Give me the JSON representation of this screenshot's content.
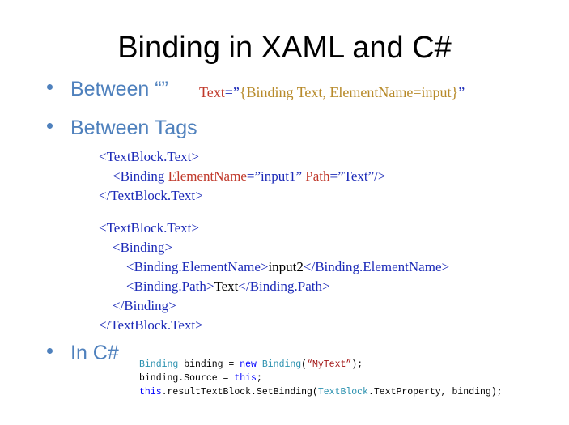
{
  "title": "Binding in XAML and C#",
  "bullets": [
    {
      "label": "Between “”"
    },
    {
      "label": "Between Tags"
    },
    {
      "label": "In C#"
    }
  ],
  "inline_code": {
    "attr": "Text",
    "eq": "=”",
    "value": "{Binding Text, ElementName=input}",
    "close": "”"
  },
  "tags_block1": {
    "line1": "<TextBlock.Text>",
    "line2_open": "<Binding ",
    "line2_attr1": "ElementName",
    "line2_eq1": "=”",
    "line2_val1": "input1",
    "line2_q1": "” ",
    "line2_attr2": "Path",
    "line2_eq2": "=”",
    "line2_val2": "Text",
    "line2_close": "”/>",
    "line3": "</TextBlock.Text>"
  },
  "tags_block2": {
    "line1": "<TextBlock.Text>",
    "line2": "<Binding>",
    "line3_open": "<Binding.ElementName>",
    "line3_val": "input2",
    "line3_close": "</Binding.ElementName>",
    "line4_open": "<Binding.Path>",
    "line4_val": "Text",
    "line4_close": "</Binding.Path>",
    "line5": "</Binding>",
    "line6": "</TextBlock.Text>"
  },
  "csharp": {
    "l1_type": "Binding",
    "l1_mid": " binding = ",
    "l1_new": "new",
    "l1_sp": " ",
    "l1_type2": "Binding",
    "l1_open": "(",
    "l1_str": "“MyText”",
    "l1_end": ");",
    "l2_a": "binding.Source = ",
    "l2_this": "this",
    "l2_end": ";",
    "l3_this": "this",
    "l3_mid": ".resultTextBlock.SetBinding(",
    "l3_type": "TextBlock",
    "l3_end": ".TextProperty, binding);"
  },
  "colors": {
    "bullet": "#4f81bd",
    "tag_blue": "#1d2bb8",
    "attr_red": "#c0392b"
  }
}
